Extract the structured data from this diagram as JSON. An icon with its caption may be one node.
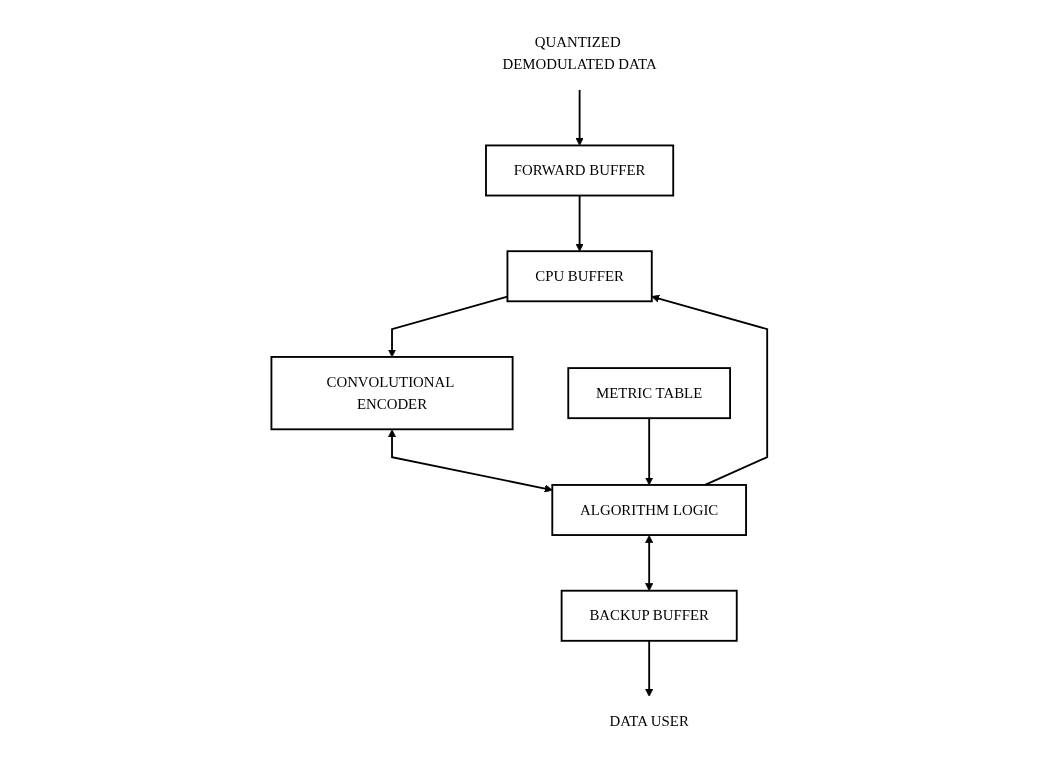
{
  "diagram": {
    "nodes": [
      {
        "text": [
          "QUANTIZED DEMODULATED DATA"
        ]
      },
      {
        "text": [
          "FORWARD BUFFER"
        ]
      },
      {
        "text": [
          "CPU BUFFER"
        ]
      },
      {
        "text": [
          "CONVOLUTIONAL ENCODER"
        ]
      },
      {
        "text": [
          "ALGORITHM LOGIC"
        ]
      },
      {
        "text": [
          "METRIC TABLE"
        ]
      },
      {
        "text": [
          "BACKUP BUFFER"
        ]
      },
      {
        "text": [
          "DATA USER"
        ]
      }
    ],
    "edges": [
      {
        "from": 0,
        "to": 1,
        "arrow": "to"
      },
      {
        "from": 1,
        "to": 2,
        "arrow": "to"
      },
      {
        "from": 2,
        "to": 3,
        "arrow": "to"
      },
      {
        "from": 4,
        "to": 2,
        "arrow": "to"
      },
      {
        "from": 3,
        "to": 4,
        "arrow": "both"
      },
      {
        "from": 5,
        "to": 4,
        "arrow": "to"
      },
      {
        "from": 4,
        "to": 6,
        "arrow": "both"
      },
      {
        "from": 6,
        "to": 7,
        "arrow": "to"
      }
    ]
  }
}
